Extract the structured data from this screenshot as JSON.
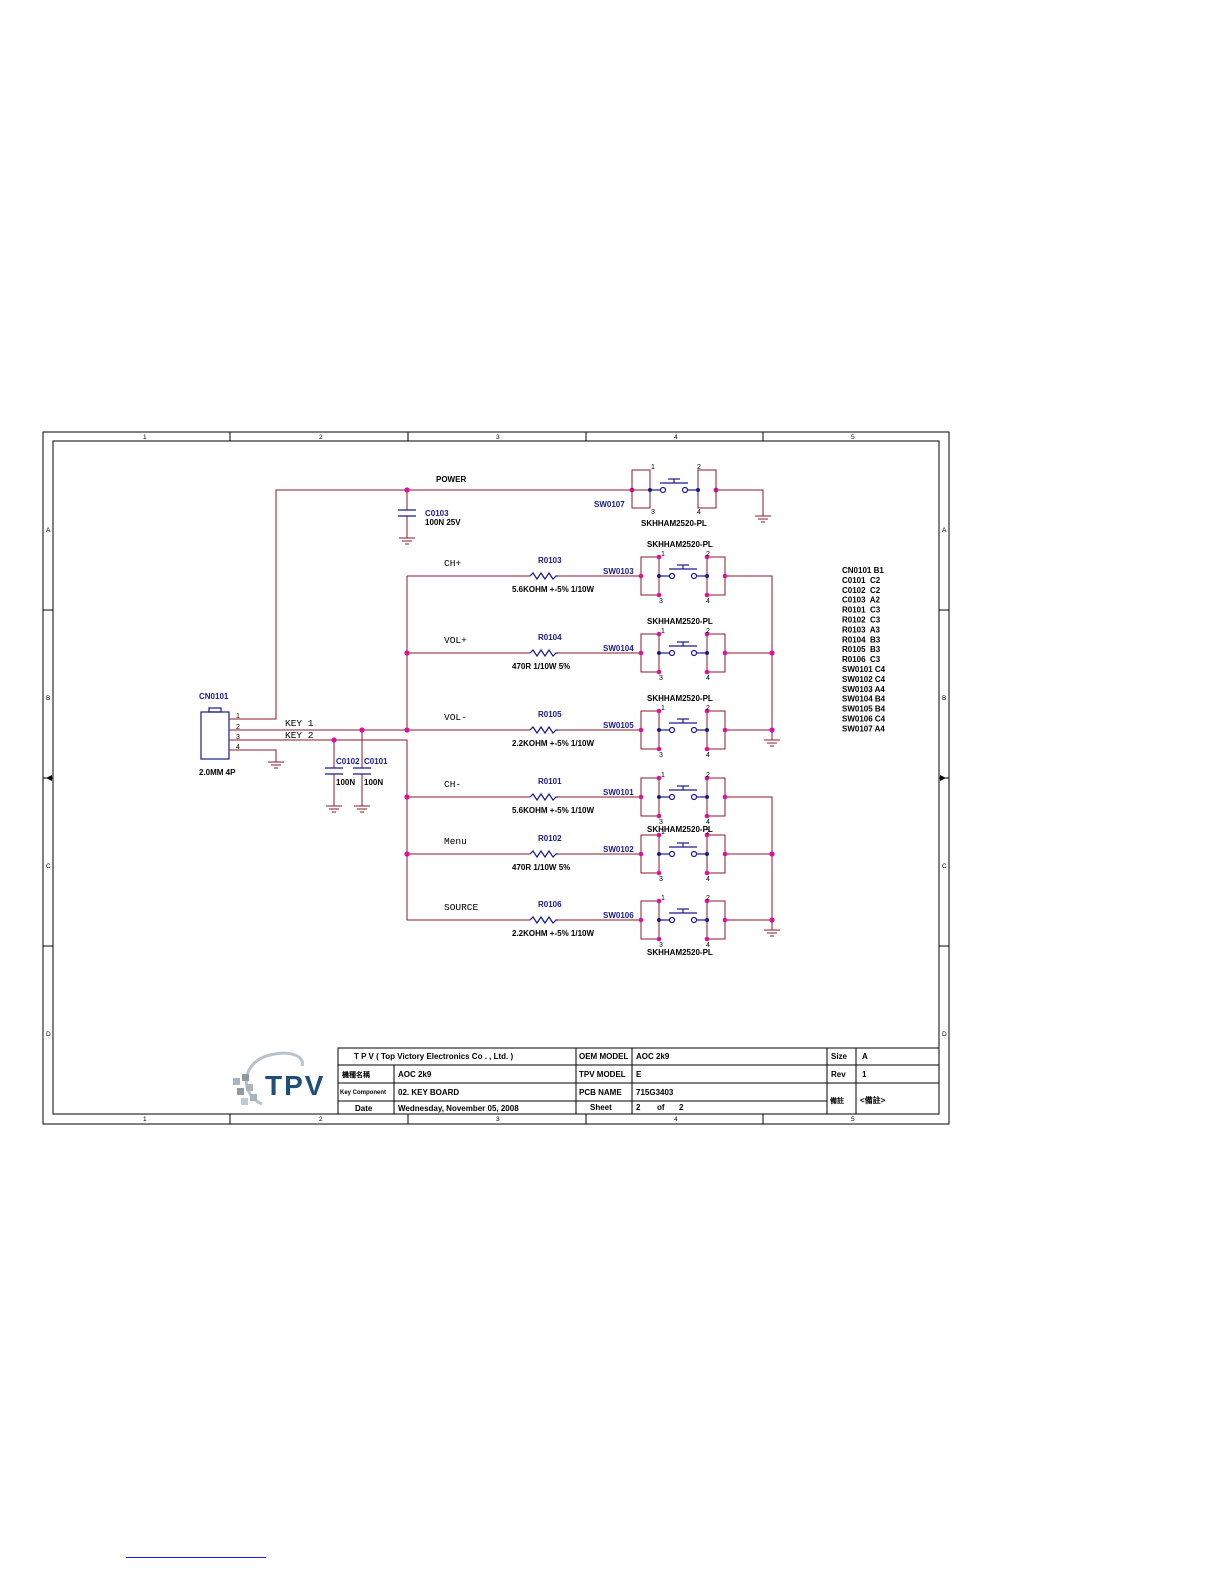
{
  "border": {
    "columns": [
      "1",
      "2",
      "3",
      "4",
      "5"
    ],
    "rows": [
      "A",
      "B",
      "C",
      "D"
    ]
  },
  "connector": {
    "ref": "CN0101",
    "value": "2.0MM 4P",
    "pins": [
      "1",
      "2",
      "3",
      "4"
    ]
  },
  "nets": {
    "key1": "KEY 1",
    "key2": "KEY 2"
  },
  "capacitors": [
    {
      "ref": "C0103",
      "value": "100N 25V"
    },
    {
      "ref": "C0102",
      "value": "100N"
    },
    {
      "ref": "C0101",
      "value": "100N"
    }
  ],
  "power_switch": {
    "net": "POWER",
    "ref": "SW0107",
    "part": "SKHHAM2520-PL",
    "pins": [
      "1",
      "2",
      "3",
      "4"
    ]
  },
  "keys": [
    {
      "net": "CH+",
      "res_ref": "R0103",
      "res_value": "5.6KOHM +-5% 1/10W",
      "sw_ref": "SW0103",
      "part": "SKHHAM2520-PL"
    },
    {
      "net": "VOL+",
      "res_ref": "R0104",
      "res_value": "470R 1/10W 5%",
      "sw_ref": "SW0104",
      "part": "SKHHAM2520-PL"
    },
    {
      "net": "VOL-",
      "res_ref": "R0105",
      "res_value": "2.2KOHM +-5% 1/10W",
      "sw_ref": "SW0105",
      "part": "SKHHAM2520-PL"
    },
    {
      "net": "CH-",
      "res_ref": "R0101",
      "res_value": "5.6KOHM +-5% 1/10W",
      "sw_ref": "SW0101",
      "part": "SKHHAM2520-PL"
    },
    {
      "net": "Menu",
      "res_ref": "R0102",
      "res_value": "470R 1/10W 5%",
      "sw_ref": "SW0102",
      "part": ""
    },
    {
      "net": "SOURCE",
      "res_ref": "R0106",
      "res_value": "2.2KOHM +-5% 1/10W",
      "sw_ref": "SW0106",
      "part": "SKHHAM2520-PL"
    }
  ],
  "parts_index": [
    "CN0101 B1",
    "C0101  C2",
    "C0102  C2",
    "C0103  A2",
    "R0101  C3",
    "R0102  C3",
    "R0103  A3",
    "R0104  B3",
    "R0105  B3",
    "R0106  C3",
    "SW0101 C4",
    "SW0102 C4",
    "SW0103 A4",
    "SW0104 B4",
    "SW0105 B4",
    "SW0106 C4",
    "SW0107 A4"
  ],
  "title_block": {
    "logo": "TPV",
    "company": "T P V  ( Top   Victory   Electronics   Co . ,  Ltd. )",
    "row1_label": "機種名稱",
    "row1_value": "AOC 2k9",
    "row2_label": "Key Component",
    "row2_value": "02. KEY BOARD",
    "date_label": "Date",
    "date_value": "Wednesday, November 05, 2008",
    "oem_label": "OEM MODEL",
    "oem_value": "AOC 2k9",
    "tpv_label": "TPV MODEL",
    "tpv_value": "E",
    "pcb_label": "PCB NAME",
    "pcb_value": "715G3403",
    "sheet_label": "Sheet",
    "sheet_no": "2",
    "sheet_of": "of",
    "sheet_total": "2",
    "size_label": "Size",
    "size_value": "A",
    "rev_label": "Rev",
    "rev_value": "1",
    "remark_label": "備註",
    "remark_value": "<備註>"
  },
  "colors": {
    "wire": "#8b1a2a",
    "component": "#1a1a8c",
    "junction": "#e0109a",
    "logo": "#1f4e79"
  }
}
